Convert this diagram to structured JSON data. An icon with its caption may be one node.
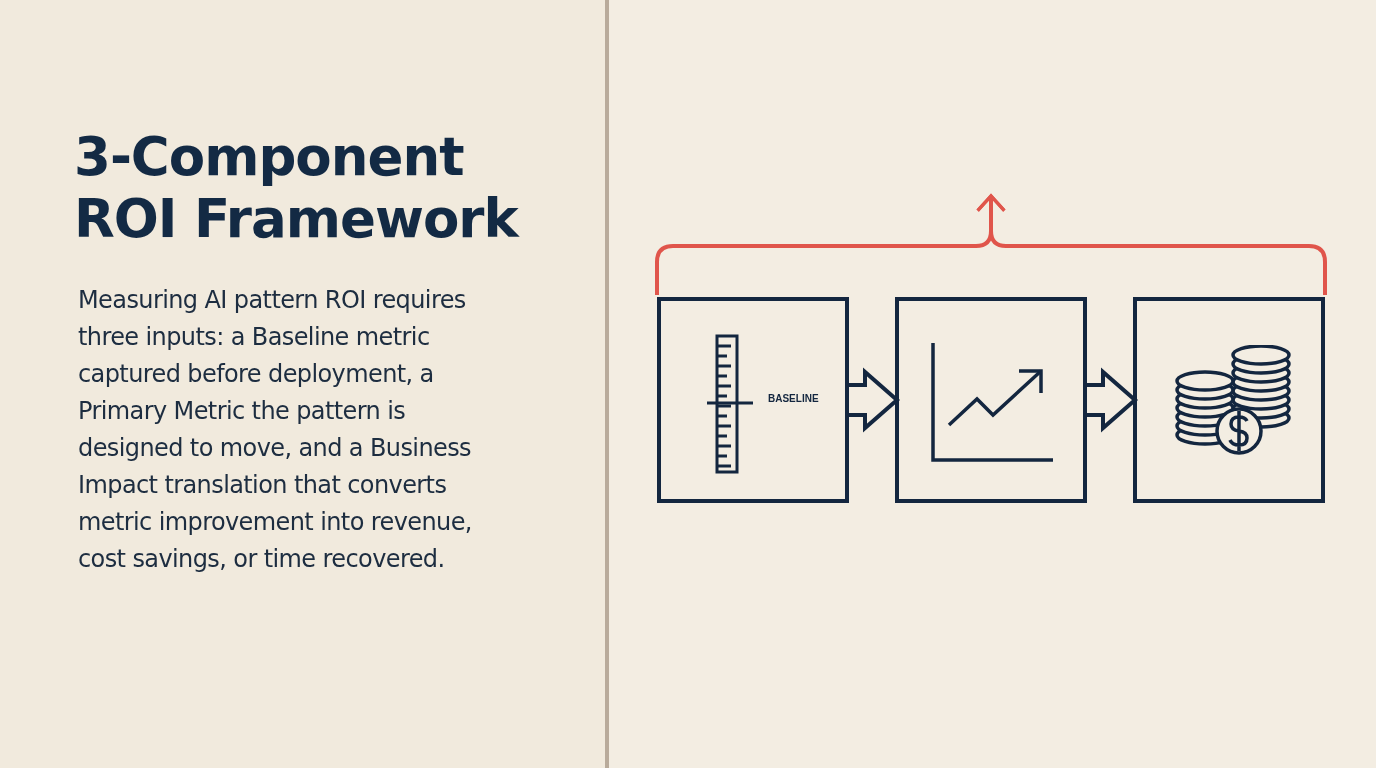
{
  "diagram": {
    "title": "3-Component ROI Framework",
    "nodes": [
      {
        "text": [
          "BASELINE"
        ]
      },
      {
        "text": [],
        "shape": "box"
      },
      {
        "text": [],
        "shape": "box"
      }
    ],
    "edges": [
      {
        "from": 0,
        "to": 1,
        "arrow": "to"
      },
      {
        "from": 1,
        "to": 2,
        "arrow": "to"
      },
      {
        "from": 0,
        "to": null,
        "arrow": "to",
        "color": "#e0554b"
      },
      {
        "from": 2,
        "to": null,
        "arrow": "to",
        "color": "#e0554b"
      }
    ],
    "labels": [
      "Measuring AI pattern ROI requires three inputs: a Baseline metric captured before deployment, a Primary Metric the pattern is designed to move, and a Business Impact translation that converts metric improvement into revenue, cost savings, or time recovered."
    ]
  }
}
